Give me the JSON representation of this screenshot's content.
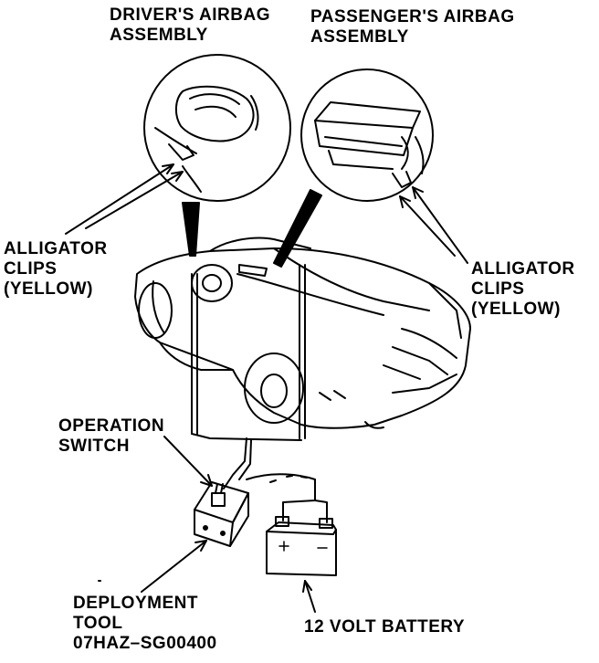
{
  "labels": {
    "driver_airbag": [
      "DRIVER'S AIRBAG",
      "ASSEMBLY"
    ],
    "passenger_airbag": [
      "PASSENGER'S AIRBAG",
      "ASSEMBLY"
    ],
    "alligator_clips_left": [
      "ALLIGATOR",
      "CLIPS",
      "(YELLOW)"
    ],
    "alligator_clips_right": [
      "ALLIGATOR",
      "CLIPS",
      "(YELLOW)"
    ],
    "operation_switch": [
      "OPERATION",
      "SWITCH"
    ],
    "deployment_tool": [
      "DEPLOYMENT",
      "TOOL",
      "07HAZ–SG00400"
    ],
    "battery": "12 VOLT BATTERY"
  }
}
